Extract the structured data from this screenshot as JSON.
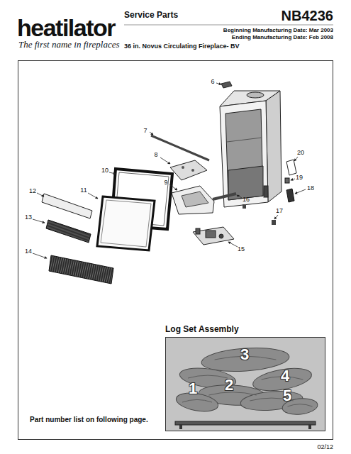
{
  "diagram": {
    "nodes": [
      {
        "text": [
          "Part number list on following page."
        ]
      },
      {
        "text": [
          "Log Set Assembly"
        ],
        "in": 0
      }
    ],
    "labels": [
      "heatilator",
      "The first name in fireplaces",
      "Service Parts",
      "36 in. Novus Circulating Fireplace- BV",
      "NB4236",
      "Beginning Manufacturing Date: Mar 2003",
      "Ending Manufacturing Date: Feb 2008",
      "6",
      "7",
      "8",
      "10",
      "9",
      "20",
      "19",
      "18",
      "16",
      "12",
      "11",
      "17",
      "13",
      "15",
      "14",
      "3",
      "4",
      "1",
      "2",
      "5",
      "02/12"
    ]
  }
}
